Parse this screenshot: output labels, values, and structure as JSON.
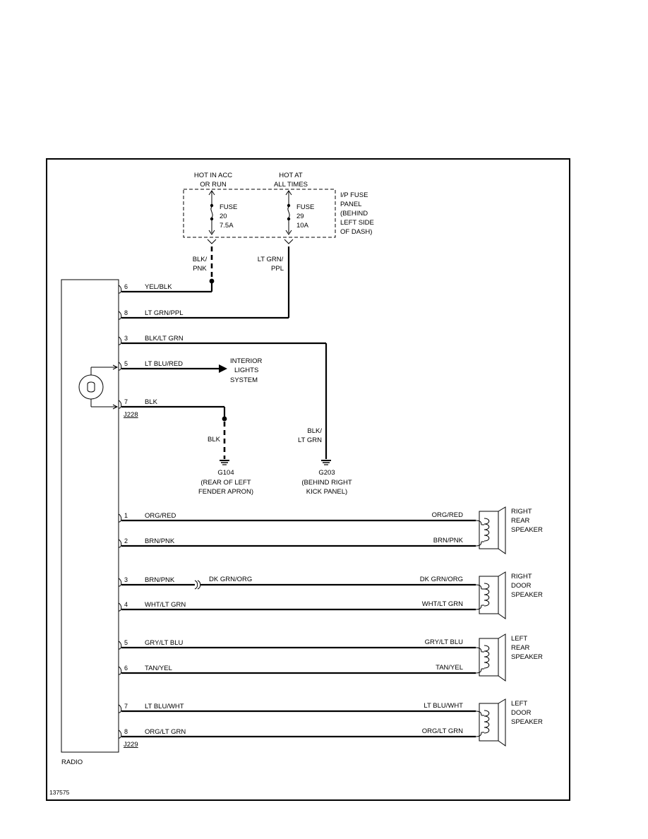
{
  "fuse_panel": {
    "hot_acc": [
      "HOT IN ACC",
      "OR RUN"
    ],
    "hot_always": [
      "HOT AT",
      "ALL TIMES"
    ],
    "fuse20": [
      "FUSE",
      "20",
      "7.5A"
    ],
    "fuse29": [
      "FUSE",
      "29",
      "10A"
    ],
    "panel_label": [
      "I/P FUSE",
      "PANEL",
      "(BEHIND",
      "LEFT SIDE",
      "OF DASH)"
    ]
  },
  "feed_wires": {
    "fuse20_wire": [
      "BLK/",
      "PNK"
    ],
    "fuse29_wire": [
      "LT GRN/",
      "PPL"
    ]
  },
  "connector_top": {
    "id": "J228",
    "circuits": [
      {
        "pin": "6",
        "color": "YEL/BLK"
      },
      {
        "pin": "8",
        "color": "LT GRN/PPL"
      },
      {
        "pin": "3",
        "color": "BLK/LT GRN"
      },
      {
        "pin": "5",
        "color": "LT BLU/RED"
      },
      {
        "pin": "7",
        "color": "BLK"
      }
    ]
  },
  "interior_lights": [
    "INTERIOR",
    "LIGHTS",
    "SYSTEM"
  ],
  "ground_g104": {
    "wire": "BLK",
    "name": "G104",
    "location": [
      "(REAR OF LEFT",
      "FENDER APRON)"
    ]
  },
  "ground_g203": {
    "wire": [
      "BLK/",
      "LT GRN"
    ],
    "name": "G203",
    "location": [
      "(BEHIND RIGHT",
      "KICK PANEL)"
    ]
  },
  "connector_bottom": {
    "id": "J229",
    "circuits": [
      {
        "pin": "1",
        "left": "ORG/RED",
        "right": "ORG/RED"
      },
      {
        "pin": "2",
        "left": "BRN/PNK",
        "right": "BRN/PNK"
      },
      {
        "pin": "3",
        "left": "BRN/PNK",
        "mid": "DK GRN/ORG",
        "right": "DK GRN/ORG"
      },
      {
        "pin": "4",
        "left": "WHT/LT GRN",
        "right": "WHT/LT GRN"
      },
      {
        "pin": "5",
        "left": "GRY/LT BLU",
        "right": "GRY/LT BLU"
      },
      {
        "pin": "6",
        "left": "TAN/YEL",
        "right": "TAN/YEL"
      },
      {
        "pin": "7",
        "left": "LT BLU/WHT",
        "right": "LT BLU/WHT"
      },
      {
        "pin": "8",
        "left": "ORG/LT GRN",
        "right": "ORG/LT GRN"
      }
    ]
  },
  "speakers": [
    [
      "RIGHT",
      "REAR",
      "SPEAKER"
    ],
    [
      "RIGHT",
      "DOOR",
      "SPEAKER"
    ],
    [
      "LEFT",
      "REAR",
      "SPEAKER"
    ],
    [
      "LEFT",
      "DOOR",
      "SPEAKER"
    ]
  ],
  "radio_label": "RADIO",
  "figure_id": "137575"
}
